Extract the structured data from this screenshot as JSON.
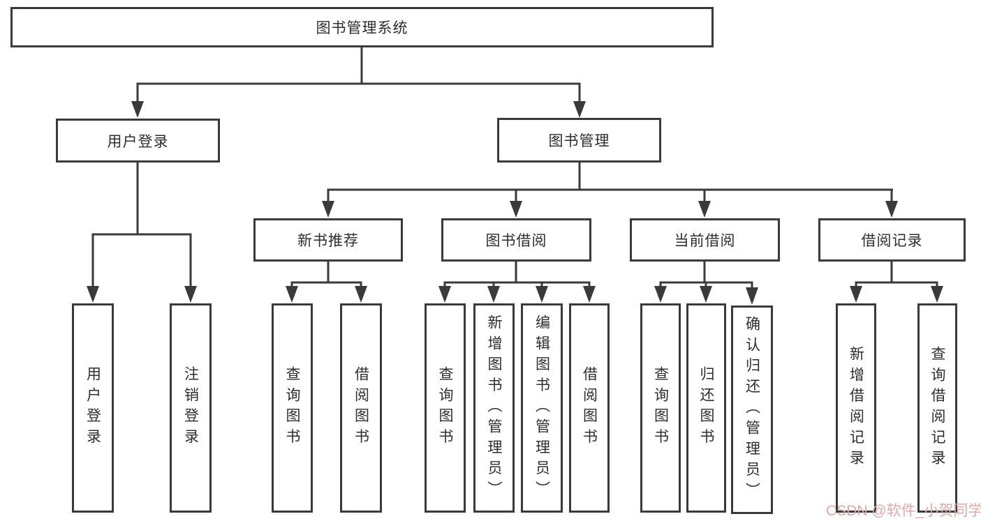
{
  "tree": {
    "root": {
      "label": "图书管理系统"
    },
    "branches": [
      {
        "label": "用户登录",
        "children": [
          {
            "label": "用户登录"
          },
          {
            "label": "注销登录"
          }
        ]
      },
      {
        "label": "图书管理",
        "children": [
          {
            "label": "新书推荐",
            "children": [
              {
                "label": "查询图书"
              },
              {
                "label": "借阅图书"
              }
            ]
          },
          {
            "label": "图书借阅",
            "children": [
              {
                "label": "查询图书"
              },
              {
                "label": "新增图书（管理员）"
              },
              {
                "label": "编辑图书（管理员）"
              },
              {
                "label": "借阅图书"
              }
            ]
          },
          {
            "label": "当前借阅",
            "children": [
              {
                "label": "查询图书"
              },
              {
                "label": "归还图书"
              },
              {
                "label": "确认归还（管理员）"
              }
            ]
          },
          {
            "label": "借阅记录",
            "children": [
              {
                "label": "新增借阅记录"
              },
              {
                "label": "查询借阅记录"
              }
            ]
          }
        ]
      }
    ]
  },
  "watermark": {
    "text": "CSDN @软件_小贺同学"
  },
  "colors": {
    "line": "#3a3a3a",
    "border": "#3a3a3a",
    "text": "#2d2d2d",
    "background": "#ffffff",
    "watermark": "#dfa9a9"
  }
}
